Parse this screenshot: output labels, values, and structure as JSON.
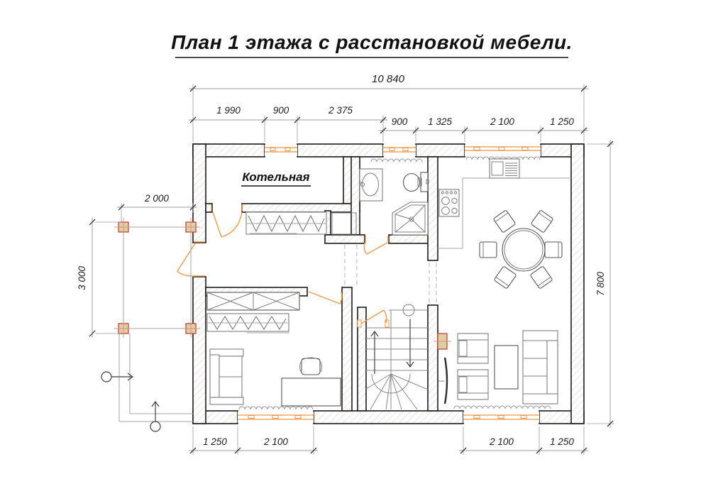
{
  "title": "План 1 этажа с расстановкой мебели.",
  "room_labels": {
    "boiler_room": "Котельная"
  },
  "dimensions": {
    "overall_width": "10 840",
    "overall_height": "7 800",
    "top_segments": [
      "1 990",
      "900",
      "2 375",
      "900",
      "1 325",
      "2 100",
      "1 250"
    ],
    "porch_width": "2 000",
    "porch_depth": "3 000",
    "bottom_left_segments": [
      "1 250",
      "2 100"
    ],
    "bottom_right_segments": [
      "2 100",
      "1 250"
    ]
  },
  "symbols": [
    "boiler-room",
    "hall-closet",
    "niche-cabinet",
    "bathroom-sink",
    "toilet",
    "corner-shower",
    "stove",
    "kitchen-unit",
    "dining-table",
    "dining-chairs",
    "study-wardrobe",
    "study-coat-rack",
    "study-sofa",
    "desk",
    "desk-chair",
    "armchairs",
    "coffee-table",
    "living-sofa",
    "tv",
    "winder-stairs",
    "porch-columns",
    "entry-arrows",
    "radiators",
    "windows",
    "doors"
  ],
  "colors": {
    "wall_outline": "#1b1b1b",
    "wall_hatch": "#ddcfc7",
    "joinery_orange": "#ef9440",
    "column_fill": "#dccfa3",
    "column_border": "#c2473a",
    "furniture_gray": "#7d7d7d",
    "dimension_gray": "#9c9c9c",
    "text_dark": "#1c1c1c",
    "background": "#ffffff"
  }
}
